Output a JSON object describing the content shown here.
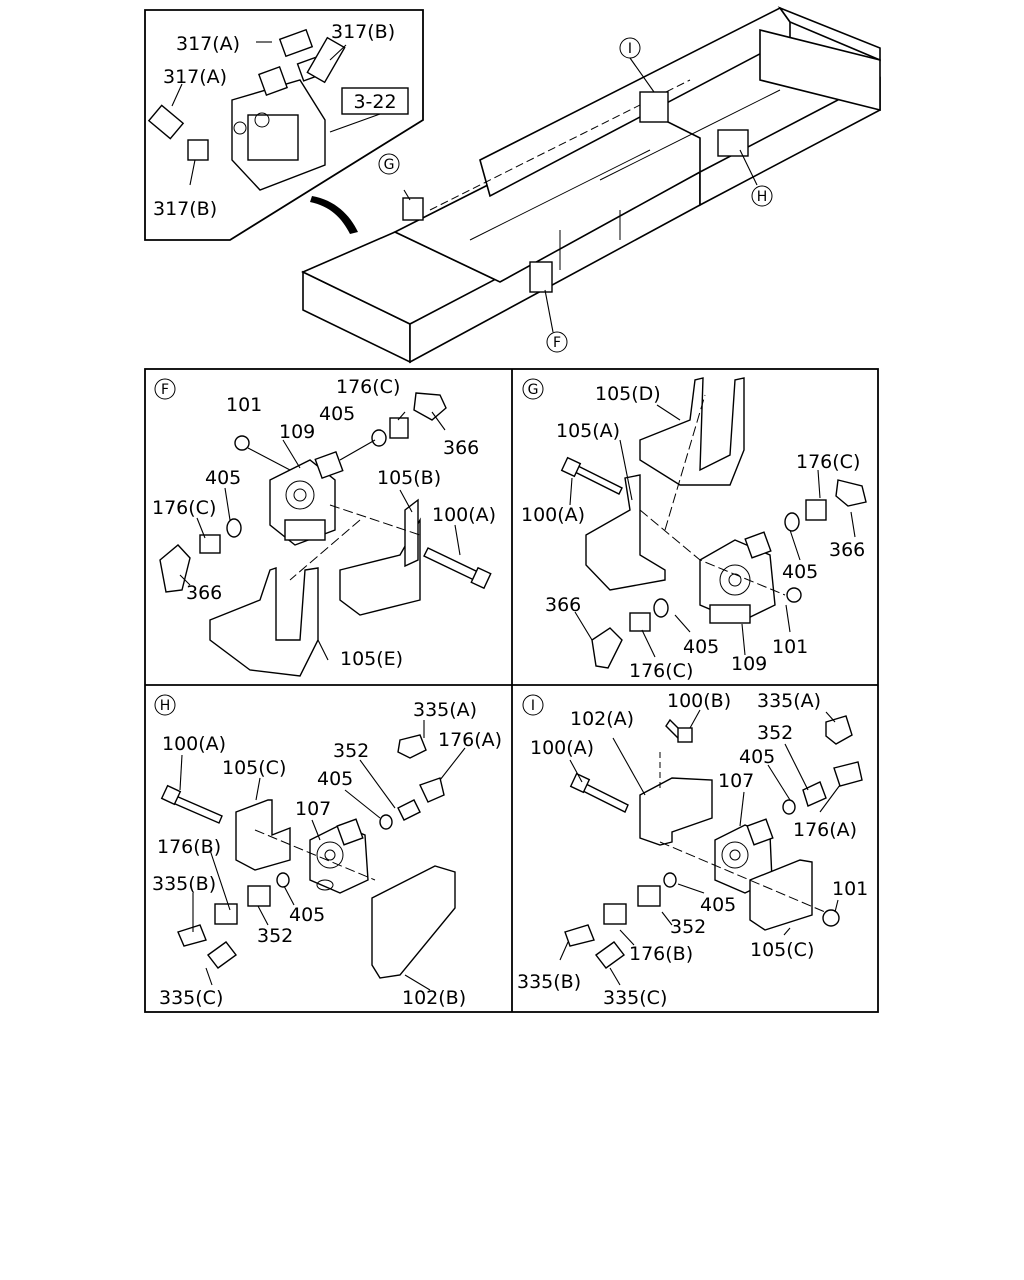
{
  "overview": {
    "inset_ref": "3-22",
    "inset_labels": [
      "317(A)",
      "317(B)",
      "317(A)",
      "317(B)"
    ],
    "callouts": [
      "I",
      "G",
      "H",
      "F"
    ]
  },
  "panels": {
    "F": {
      "marker": "F",
      "labels": [
        "176(C)",
        "101",
        "405",
        "109",
        "366",
        "405",
        "105(B)",
        "176(C)",
        "100(A)",
        "366",
        "105(E)"
      ]
    },
    "G": {
      "marker": "G",
      "labels": [
        "105(D)",
        "105(A)",
        "176(C)",
        "100(A)",
        "366",
        "405",
        "366",
        "405",
        "101",
        "176(C)",
        "109"
      ]
    },
    "H": {
      "marker": "H",
      "labels": [
        "335(A)",
        "100(A)",
        "176(A)",
        "352",
        "105(C)",
        "405",
        "107",
        "176(B)",
        "335(B)",
        "405",
        "352",
        "335(C)",
        "102(B)"
      ]
    },
    "I": {
      "marker": "I",
      "labels": [
        "100(B)",
        "335(A)",
        "102(A)",
        "352",
        "100(A)",
        "405",
        "107",
        "176(A)",
        "101",
        "405",
        "352",
        "176(B)",
        "105(C)",
        "335(B)",
        "335(C)"
      ]
    }
  }
}
